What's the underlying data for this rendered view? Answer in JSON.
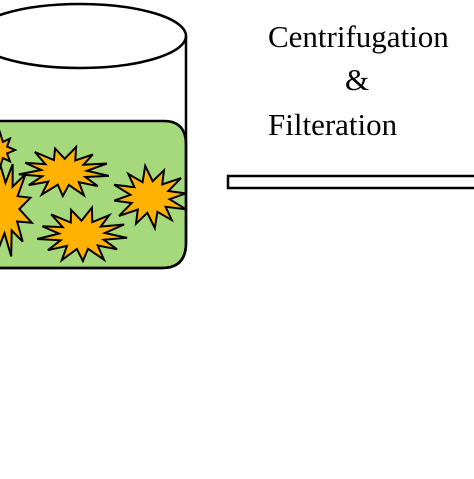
{
  "process_label": {
    "line1": "Centrifugation",
    "line2": "&",
    "line3": "Filteration"
  },
  "colors": {
    "background": "#ffffff",
    "liquid": "#a6d97c",
    "particle_fill": "#ffb300",
    "outline": "#000000"
  },
  "icons": {
    "beaker": "beaker-icon",
    "particle": "starburst-particle-icon",
    "arrow": "process-arrow-icon"
  },
  "particle_count": 5
}
